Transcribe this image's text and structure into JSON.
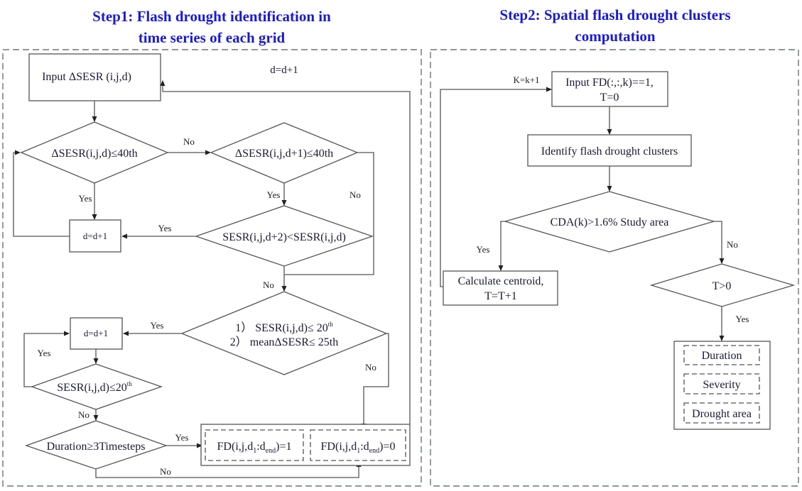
{
  "step1": {
    "title_line1": "Step1: Flash drought identification in",
    "title_line2": "time series of each grid",
    "input": "Input ΔSESR (i,j,d)",
    "loop_label": "d=d+1",
    "cond1": "ΔSESR(i,j,d)≤40th",
    "cond2": "ΔSESR(i,j,d+1)≤40th",
    "cond3": "SESR(i,j,d+2)<SESR(i,j,d)",
    "cond4_line1_pre": "1） SESR(i,j,d)≤ 20",
    "cond4_line1_sup": "th",
    "cond4_line2": "2） meanΔSESR≤ 25th",
    "cond5_pre": "SESR(i,j,d)≤20",
    "cond5_sup": "th",
    "cond6": "Duration≥3Timesteps",
    "increment1": "d=d+1",
    "increment2": "d=d+1",
    "fd1": {
      "pre": "FD(i,j,d",
      "sub1": "1",
      "mid": ":d",
      "sub2": "end",
      "post": ")=1"
    },
    "fd0": {
      "pre": "FD(i,j,d",
      "sub1": "1",
      "mid": ":d",
      "sub2": "end",
      "post": ")=0"
    },
    "labels": {
      "yes": "Yes",
      "no": "No"
    }
  },
  "step2": {
    "title_line1": "Step2: Spatial flash drought clusters",
    "title_line2": "computation",
    "loop_label": "K=k+1",
    "input_line1": "Input FD(:,:,k)==1,",
    "input_line2": "T=0",
    "identify": "Identify flash drought clusters",
    "cond_cda": "CDA(k)>1.6% Study area",
    "centroid_line1": "Calculate centroid,",
    "centroid_line2": "T=T+1",
    "cond_t": "T>0",
    "outputs": [
      "Duration",
      "Severity",
      "Drought area"
    ],
    "labels": {
      "yes": "Yes",
      "no": "No"
    }
  }
}
